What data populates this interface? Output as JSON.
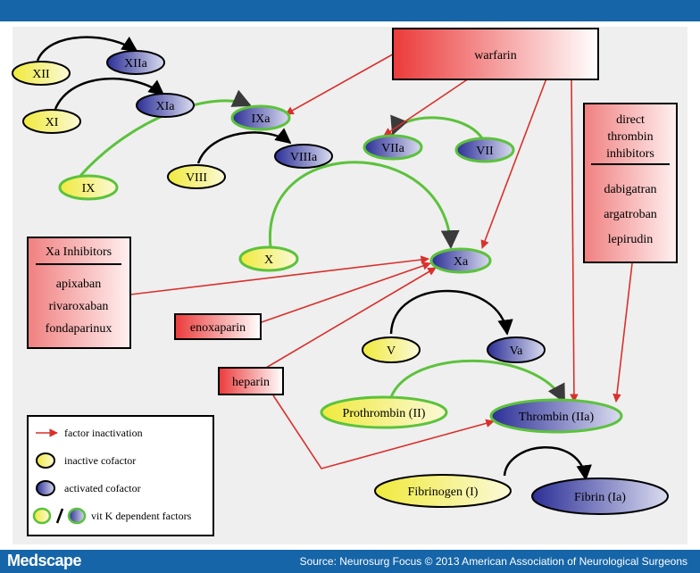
{
  "footer": {
    "logo": "Medscape",
    "source": "Source: Neurosurg Focus © 2013 American Association of Neurological Surgeons"
  },
  "colors": {
    "header": "#1565a8",
    "panel": "#efefef",
    "inactive_fill": "#f3ef5a",
    "active_fill": "#2c2f96",
    "vitk_border": "#5cc23c",
    "inhibition_arrow": "#d9302c",
    "activation_arrow": "#000000"
  },
  "factors": {
    "xii": "XII",
    "xiia": "XIIa",
    "xi": "XI",
    "xia": "XIa",
    "ix": "IX",
    "ixa": "IXa",
    "viii": "VIII",
    "viiia": "VIIIa",
    "viia": "VIIa",
    "vii": "VII",
    "x": "X",
    "xa": "Xa",
    "v": "V",
    "va": "Va",
    "prothrombin": "Prothrombin (II)",
    "thrombin": "Thrombin (IIa)",
    "fibrinogen": "Fibrinogen (I)",
    "fibrin": "Fibrin (Ia)"
  },
  "drugs": {
    "warfarin": "warfarin",
    "xa_inhibitors": {
      "title": "Xa Inhibitors",
      "items": [
        "apixaban",
        "rivaroxaban",
        "fondaparinux"
      ]
    },
    "enoxaparin": "enoxaparin",
    "heparin": "heparin",
    "dti": {
      "title_lines": [
        "direct",
        "thrombin",
        "inhibitors"
      ],
      "items": [
        "dabigatran",
        "argatroban",
        "lepirudin"
      ]
    }
  },
  "legend": {
    "factor_inactivation": "factor inactivation",
    "inactive_cofactor": "inactive cofactor",
    "activated_cofactor": "activated cofactor",
    "vitk": "vit K dependent factors"
  }
}
